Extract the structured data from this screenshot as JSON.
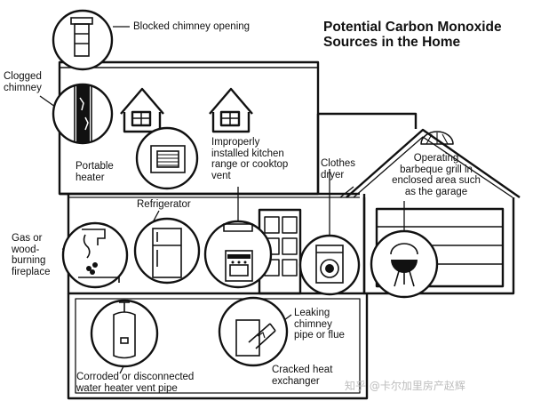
{
  "title": {
    "line1": "Potential Carbon Monoxide",
    "line2": "Sources in the Home"
  },
  "labels": {
    "blocked_chimney": [
      "Blocked chimney opening"
    ],
    "clogged_chimney": [
      "Clogged",
      "chimney"
    ],
    "portable_heater": [
      "Portable",
      "heater"
    ],
    "kitchen_range": [
      "Improperly",
      "installed kitchen",
      "range or cooktop",
      "vent"
    ],
    "clothes_dryer": [
      "Clothes",
      "dryer"
    ],
    "bbq_grill": [
      "Operating",
      "barbeque grill in",
      "enclosed area such",
      "as the garage"
    ],
    "refrigerator": [
      "Refrigerator"
    ],
    "fireplace": [
      "Gas or",
      "wood-",
      "burning",
      "fireplace"
    ],
    "chimney_pipe": [
      "Leaking",
      "chimney",
      "pipe or flue"
    ],
    "water_heater": [
      "Corroded or disconnected",
      "water heater vent pipe"
    ],
    "heat_exchanger": [
      "Cracked heat",
      "exchanger"
    ]
  },
  "watermark": "知乎 @卡尔加里房产赵辉"
}
